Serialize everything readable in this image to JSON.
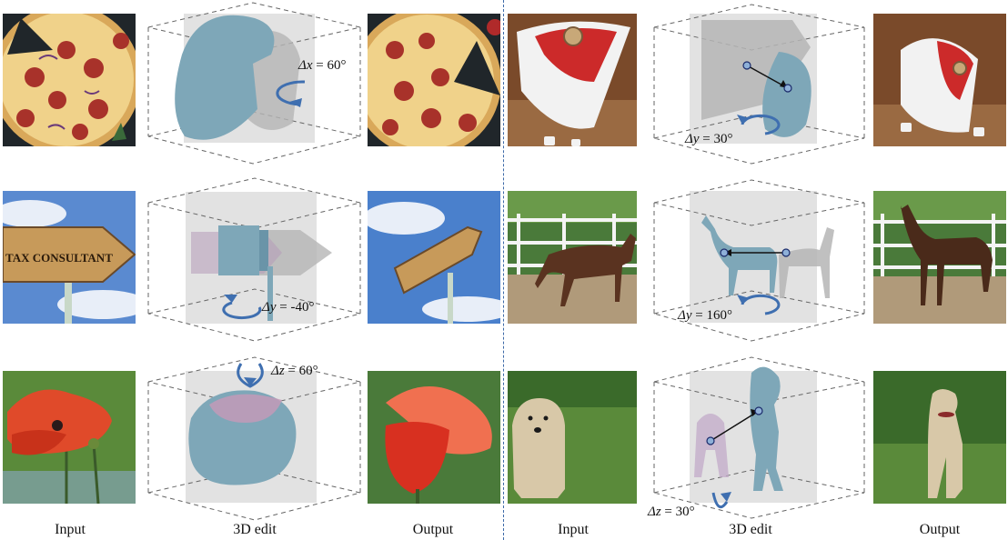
{
  "column_labels": [
    "Input",
    "3D edit",
    "Output",
    "Input",
    "3D edit",
    "Output"
  ],
  "edits": [
    {
      "axis": "x",
      "value": "60°"
    },
    {
      "axis": "y",
      "value": "-40°"
    },
    {
      "axis": "z",
      "value": "60°"
    },
    {
      "axis": "y",
      "value": "30°"
    },
    {
      "axis": "y",
      "value": "160°"
    },
    {
      "axis": "z",
      "value": "30°"
    }
  ],
  "sign_text": "TAX CONSULTANT",
  "colors": {
    "mesh": "#7ea7b8",
    "ghost": "#b5b5b5",
    "arrow": "#3f6fb0",
    "divider": "#3d6aa8",
    "box_dash": "#666666"
  }
}
